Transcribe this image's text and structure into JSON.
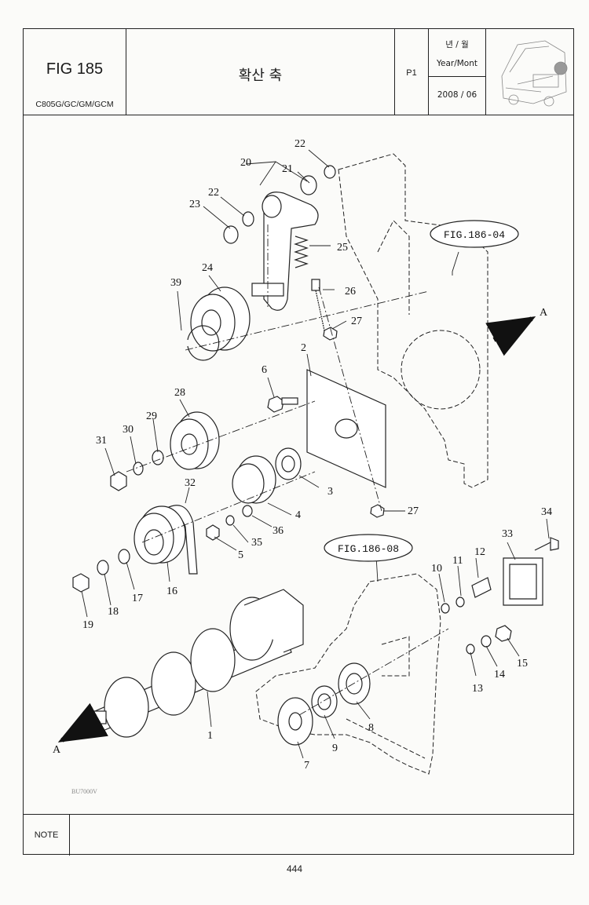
{
  "header": {
    "fig_title": "FIG 185",
    "model": "C805G/GC/GM/GCM",
    "title_ko": "확산 축",
    "page_label": "P1",
    "date_label_ko": "년 / 월",
    "date_label_en": "Year/Mont",
    "date_value": "2008 / 06"
  },
  "diagram": {
    "ref_fig_upper": "FIG.186-04",
    "ref_fig_lower": "FIG.186-08",
    "arrow_label_right": "A",
    "arrow_label_left": "A",
    "drawing_code": "BU7000V",
    "callouts": {
      "c1": "1",
      "c2": "2",
      "c3": "3",
      "c4": "4",
      "c5": "5",
      "c6": "6",
      "c7": "7",
      "c8": "8",
      "c9": "9",
      "c10": "10",
      "c11": "11",
      "c12": "12",
      "c13": "13",
      "c14": "14",
      "c15": "15",
      "c16": "16",
      "c17": "17",
      "c18": "18",
      "c19": "19",
      "c20": "20",
      "c21": "21",
      "c22a": "22",
      "c22b": "22",
      "c23": "23",
      "c24": "24",
      "c25": "25",
      "c26": "26",
      "c27a": "27",
      "c27b": "27",
      "c28": "28",
      "c29": "29",
      "c30": "30",
      "c31": "31",
      "c32": "32",
      "c33": "33",
      "c34": "34",
      "c35": "35",
      "c36": "36",
      "c39": "39"
    }
  },
  "footer": {
    "note_label": "NOTE",
    "page_number": "444"
  }
}
